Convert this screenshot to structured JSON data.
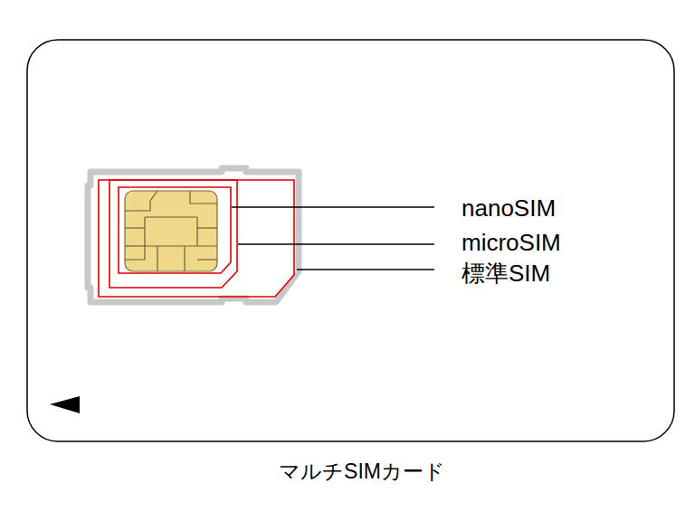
{
  "diagram": {
    "caption": "マルチSIMカード",
    "labels": [
      "nanoSIM",
      "microSIM",
      "標準SIM"
    ]
  }
}
